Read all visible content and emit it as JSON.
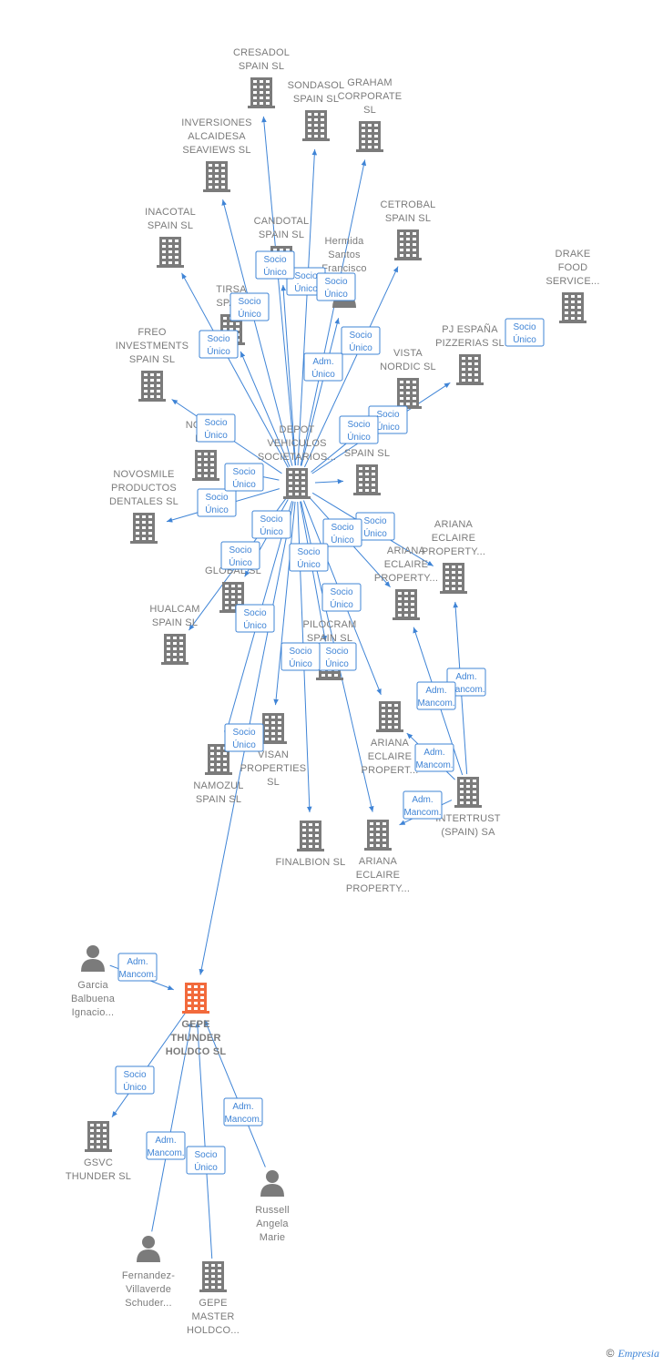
{
  "colors": {
    "edge": "#3f84d6",
    "building": "#7b7b7b",
    "focus": "#f26a3c",
    "person": "#7b7b7b",
    "label": "#7b7b7b"
  },
  "footer": {
    "copyright": "©",
    "brand": "Empresia"
  },
  "nodes": [
    {
      "id": "cresadol",
      "type": "company",
      "label": [
        "CRESADOL",
        "SPAIN  SL"
      ]
    },
    {
      "id": "sondasol",
      "type": "company",
      "label": [
        "SONDASOL",
        "SPAIN  SL"
      ]
    },
    {
      "id": "graham",
      "type": "company",
      "label": [
        "GRAHAM",
        "CORPORATE",
        "SL"
      ]
    },
    {
      "id": "inversiones",
      "type": "company",
      "label": [
        "INVERSIONES",
        "ALCAIDESA",
        "SEAVIEWS  SL"
      ]
    },
    {
      "id": "inacotal",
      "type": "company",
      "label": [
        "INACOTAL",
        "SPAIN  SL"
      ]
    },
    {
      "id": "candotal",
      "type": "company",
      "label": [
        "CANDOTAL",
        "SPAIN  SL"
      ]
    },
    {
      "id": "hermida",
      "type": "person",
      "label": [
        "Hermida",
        "Santos",
        "Francisco"
      ]
    },
    {
      "id": "cetrobal",
      "type": "company",
      "label": [
        "CETROBAL",
        "SPAIN  SL"
      ]
    },
    {
      "id": "drake",
      "type": "company",
      "label": [
        "DRAKE",
        "FOOD",
        "SERVICE..."
      ]
    },
    {
      "id": "tirsa",
      "type": "company",
      "label": [
        "TIRSA",
        "SPAIN"
      ]
    },
    {
      "id": "pjespana",
      "type": "company",
      "label": [
        "PJ ESPAÑA",
        "PIZZERIAS  SL"
      ]
    },
    {
      "id": "freo",
      "type": "company",
      "label": [
        "FREO",
        "INVESTMENTS",
        "SPAIN  SL"
      ]
    },
    {
      "id": "vista",
      "type": "company",
      "label": [
        "VISTA",
        "NORDIC  SL"
      ]
    },
    {
      "id": "nordic",
      "type": "company",
      "label": [
        "NORDIC",
        "EVO"
      ]
    },
    {
      "id": "depot",
      "type": "company",
      "label": [
        "DEPOT",
        "VEHICULOS",
        "SOCIETARIOS..."
      ]
    },
    {
      "id": "kspain",
      "type": "company",
      "label": [
        "K",
        "SPAIN  SL"
      ]
    },
    {
      "id": "novosmile",
      "type": "company",
      "label": [
        "NOVOSMILE",
        "PRODUCTOS",
        "DENTALES  SL"
      ]
    },
    {
      "id": "ariana1",
      "type": "company",
      "label": [
        "ARIANA",
        "ECLAIRE",
        "PROPERTY..."
      ]
    },
    {
      "id": "ariana2",
      "type": "company",
      "label": [
        "ARIANA",
        "ECLAIRE",
        "PROPERTY..."
      ]
    },
    {
      "id": "global",
      "type": "company",
      "label": [
        "G",
        "GLOBAL  SL"
      ]
    },
    {
      "id": "hualcam",
      "type": "company",
      "label": [
        "HUALCAM",
        "SPAIN  SL"
      ]
    },
    {
      "id": "pilocram",
      "type": "company",
      "label": [
        "PILOCRAM",
        "SPAIN  SL"
      ]
    },
    {
      "id": "ariana3",
      "type": "company",
      "label": [
        "ARIANA",
        "ECLAIRE",
        "PROPERT..."
      ]
    },
    {
      "id": "visan",
      "type": "company",
      "label": [
        "VISAN",
        "PROPERTIES",
        "SL"
      ]
    },
    {
      "id": "namozul",
      "type": "company",
      "label": [
        "NAMOZUL",
        "SPAIN  SL"
      ]
    },
    {
      "id": "intertrust",
      "type": "company",
      "label": [
        "INTERTRUST",
        "(SPAIN) SA"
      ]
    },
    {
      "id": "finalbion",
      "type": "company",
      "label": [
        "FINALBION  SL"
      ]
    },
    {
      "id": "ariana4",
      "type": "company",
      "label": [
        "ARIANA",
        "ECLAIRE",
        "PROPERTY..."
      ]
    },
    {
      "id": "garcia",
      "type": "person",
      "label": [
        "Garcia",
        "Balbuena",
        "Ignacio..."
      ]
    },
    {
      "id": "gepe",
      "type": "focus",
      "label": [
        "GEPE",
        "THUNDER",
        "HOLDCO  SL"
      ]
    },
    {
      "id": "gsvc",
      "type": "company",
      "label": [
        "GSVC",
        "THUNDER  SL"
      ]
    },
    {
      "id": "russell",
      "type": "person",
      "label": [
        "Russell",
        "Angela",
        "Marie"
      ]
    },
    {
      "id": "fernandez",
      "type": "person",
      "label": [
        "Fernandez-",
        "Villaverde",
        "Schuder..."
      ]
    },
    {
      "id": "gepemaster",
      "type": "company",
      "label": [
        "GEPE",
        "MASTER",
        "HOLDCO..."
      ]
    }
  ],
  "edges": [
    {
      "from": "depot",
      "to": "cresadol",
      "label": [
        "Socio",
        "Único"
      ]
    },
    {
      "from": "depot",
      "to": "sondasol",
      "label": [
        "Socio",
        "Único"
      ]
    },
    {
      "from": "depot",
      "to": "graham",
      "label": [
        "Socio",
        "Único"
      ]
    },
    {
      "from": "depot",
      "to": "inversiones",
      "label": [
        "Socio",
        "Único"
      ]
    },
    {
      "from": "depot",
      "to": "inacotal",
      "label": [
        "Socio",
        "Único"
      ]
    },
    {
      "from": "depot",
      "to": "candotal",
      "label": [
        "Socio",
        "Único"
      ]
    },
    {
      "from": "depot",
      "to": "hermida",
      "label": [
        "Adm.",
        "Único"
      ]
    },
    {
      "from": "depot",
      "to": "cetrobal",
      "label": [
        "Socio",
        "Único"
      ]
    },
    {
      "from": "depot",
      "to": "tirsa",
      "label": [
        "Socio",
        "Único"
      ]
    },
    {
      "from": "depot",
      "to": "pjespana",
      "label": [
        "Socio",
        "Único"
      ]
    },
    {
      "from": "depot",
      "to": "freo",
      "label": [
        "Socio",
        "Único"
      ]
    },
    {
      "from": "depot",
      "to": "vista",
      "label": [
        "Socio",
        "Único"
      ]
    },
    {
      "from": "depot",
      "to": "nordic",
      "label": [
        "Socio",
        "Único"
      ]
    },
    {
      "from": "depot",
      "to": "kspain",
      "label": [
        "Socio",
        "Único"
      ]
    },
    {
      "from": "depot",
      "to": "novosmile",
      "label": [
        "Socio",
        "Único"
      ]
    },
    {
      "from": "depot",
      "to": "ariana1",
      "label": [
        "Socio",
        "Único"
      ]
    },
    {
      "from": "depot",
      "to": "ariana2",
      "label": [
        "Socio",
        "Único"
      ]
    },
    {
      "from": "depot",
      "to": "global",
      "label": [
        "Socio",
        "Único"
      ]
    },
    {
      "from": "depot",
      "to": "hualcam",
      "label": [
        "Socio",
        "Único"
      ]
    },
    {
      "from": "depot",
      "to": "pilocram",
      "label": [
        "Socio",
        "Único"
      ]
    },
    {
      "from": "depot",
      "to": "ariana3",
      "label": [
        "Socio",
        "Único"
      ]
    },
    {
      "from": "depot",
      "to": "visan",
      "label": [
        "Socio",
        "Único"
      ]
    },
    {
      "from": "depot",
      "to": "namozul",
      "label": [
        "Socio",
        "Único"
      ]
    },
    {
      "from": "depot",
      "to": "finalbion",
      "label": [
        "Socio",
        "Único"
      ]
    },
    {
      "from": "depot",
      "to": "ariana4",
      "label": [
        "Socio",
        "Único"
      ]
    },
    {
      "from": "depot",
      "to": "gepe",
      "label": [
        "Socio",
        "Único"
      ]
    },
    {
      "from": "intertrust",
      "to": "ariana1",
      "label": [
        "Adm.",
        "Mancom."
      ]
    },
    {
      "from": "intertrust",
      "to": "ariana2",
      "label": [
        "Adm.",
        "Mancom."
      ]
    },
    {
      "from": "intertrust",
      "to": "ariana3",
      "label": [
        "Adm.",
        "Mancom."
      ]
    },
    {
      "from": "intertrust",
      "to": "ariana4",
      "label": [
        "Adm.",
        "Mancom."
      ]
    },
    {
      "from": "garcia",
      "to": "gepe",
      "label": [
        "Adm.",
        "Mancom."
      ]
    },
    {
      "from": "gepe",
      "to": "gsvc",
      "label": [
        "Socio",
        "Único"
      ]
    },
    {
      "from": "russell",
      "to": "gepe",
      "label": [
        "Adm.",
        "Mancom."
      ]
    },
    {
      "from": "fernandez",
      "to": "gepe",
      "label": [
        "Adm.",
        "Mancom."
      ]
    },
    {
      "from": "gepemaster",
      "to": "gepe",
      "label": [
        "Socio",
        "Único"
      ]
    }
  ]
}
